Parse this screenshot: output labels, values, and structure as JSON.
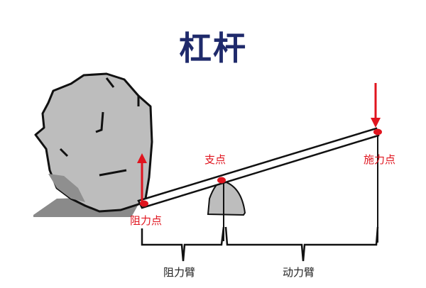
{
  "title": "杠杆",
  "labels": {
    "fulcrum": "支点",
    "resistance_point": "阻力点",
    "effort_point": "施力点",
    "resistance_arm": "阻力臂",
    "effort_arm": "动力臂"
  },
  "colors": {
    "title": "#1f2a6b",
    "accent": "#e0141e",
    "rock": "#bdbdbd",
    "shadow": "#8a8a8a"
  }
}
